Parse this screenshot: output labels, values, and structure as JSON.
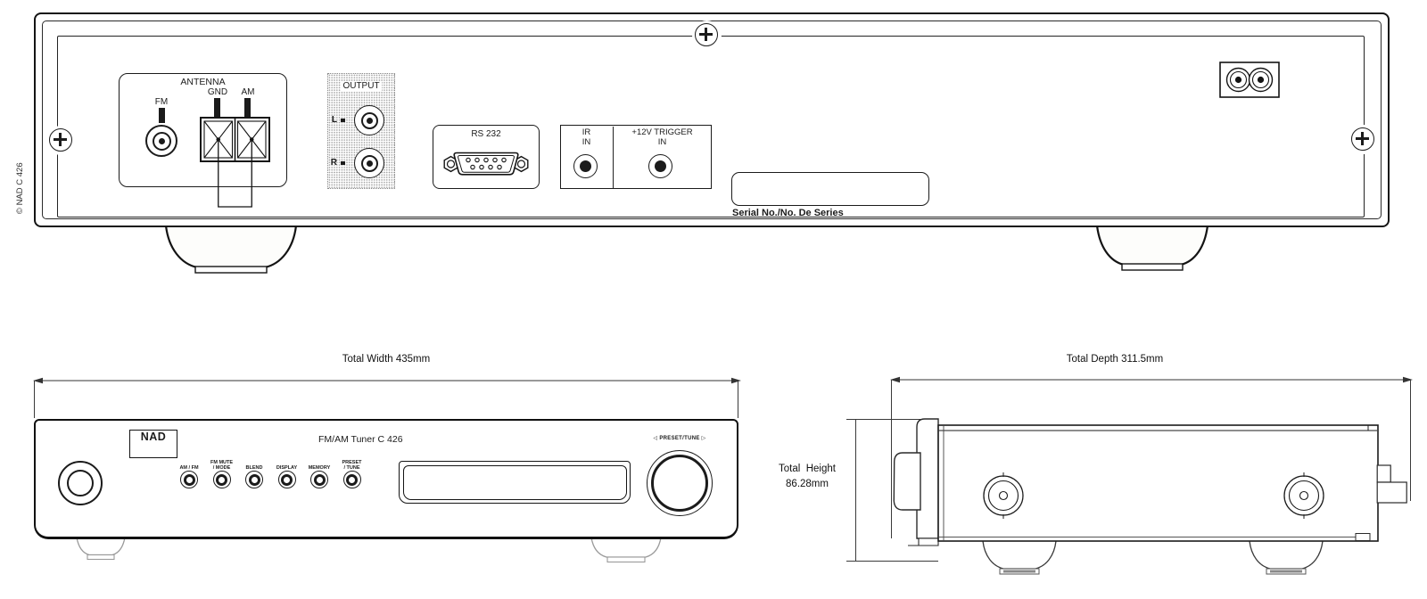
{
  "product": {
    "copyright_label": "© NAD C 426"
  },
  "rear": {
    "antenna_title": "ANTENNA",
    "fm": "FM",
    "gnd": "GND",
    "am": "AM",
    "output_title": "OUTPUT",
    "out_l": "L",
    "out_r": "R",
    "rs232_title": "RS 232",
    "ir_line1": "IR",
    "ir_line2": "IN",
    "trigger_line1": "+12V TRIGGER",
    "trigger_line2": "IN",
    "serial_label": "Serial No./No. De Series"
  },
  "front": {
    "logo": "NAD",
    "model": "FM/AM Tuner C 426",
    "buttons": [
      {
        "line1": "AM / FM",
        "line2": ""
      },
      {
        "line1": "FM MUTE",
        "line2": "/ MODE"
      },
      {
        "line1": "BLEND",
        "line2": ""
      },
      {
        "line1": "DISPLAY",
        "line2": ""
      },
      {
        "line1": "MEMORY",
        "line2": ""
      },
      {
        "line1": "PRESET",
        "line2": "/ TUNE"
      }
    ],
    "knob_label": "◁ PRESET/TUNE ▷"
  },
  "dimensions": {
    "total_width": "Total Width 435mm",
    "total_depth": "Total Depth 311.5mm",
    "total_height_line1": "Total  Height",
    "total_height_line2": "86.28mm"
  }
}
